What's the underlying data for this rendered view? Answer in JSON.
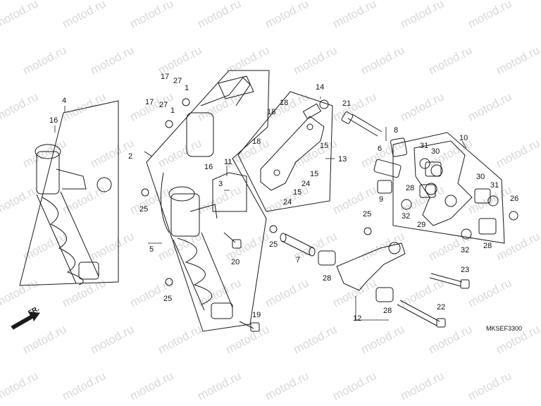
{
  "watermark": "motod.ru",
  "diagram_code": "MKSEF3300",
  "direction_label": "FR.",
  "part_numbers": [
    "1",
    "2",
    "3",
    "4",
    "5",
    "6",
    "7",
    "8",
    "9",
    "10",
    "11",
    "12",
    "13",
    "14",
    "15",
    "16",
    "17",
    "18",
    "19",
    "20",
    "21",
    "22",
    "23",
    "24",
    "25",
    "26",
    "27",
    "28",
    "29",
    "30",
    "31",
    "32"
  ],
  "colors": {
    "line": "#1a1a1a",
    "watermark": "#d8d8d8"
  }
}
